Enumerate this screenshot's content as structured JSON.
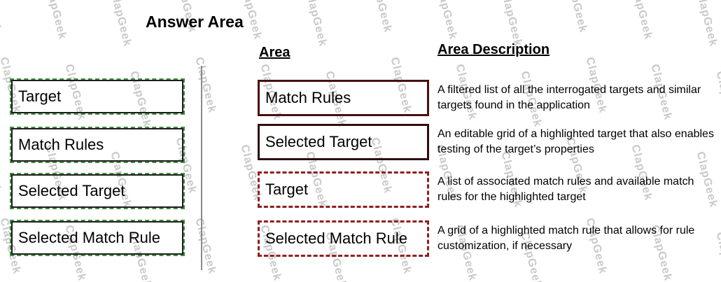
{
  "title": "Answer Area",
  "watermark": {
    "text": "ClapGeek"
  },
  "headers": {
    "area": "Area",
    "description": "Area Description"
  },
  "source_items": [
    {
      "label": "Target"
    },
    {
      "label": "Match Rules"
    },
    {
      "label": "Selected Target"
    },
    {
      "label": "Selected Match Rule"
    }
  ],
  "answer_rows": [
    {
      "area": "Match Rules",
      "description": "A filtered list of all the interrogated targets and similar targets found in the application"
    },
    {
      "area": "Selected Target",
      "description": "An editable grid of a highlighted target that also enables testing of the target’s properties"
    },
    {
      "area": "Target",
      "description": "A list of associated match rules and available match rules for the highlighted target"
    },
    {
      "area": "Selected Match Rule",
      "description": "A grid of a highlighted match rule that allows for rule customization, if necessary"
    }
  ],
  "colors": {
    "source_box_dashed_green": "#3f8f3f",
    "source_box_inner": "#1c1c1c",
    "area_box_solid_maroon": "#4a0f0f",
    "area_box_solid_dark": "#2e0f0f",
    "area_box_dashed_red": "#8f2020",
    "divider_gray": "#8a8a8a",
    "watermark_gray": "#c9c9c9",
    "text_black": "#000000",
    "background": "#ffffff"
  }
}
